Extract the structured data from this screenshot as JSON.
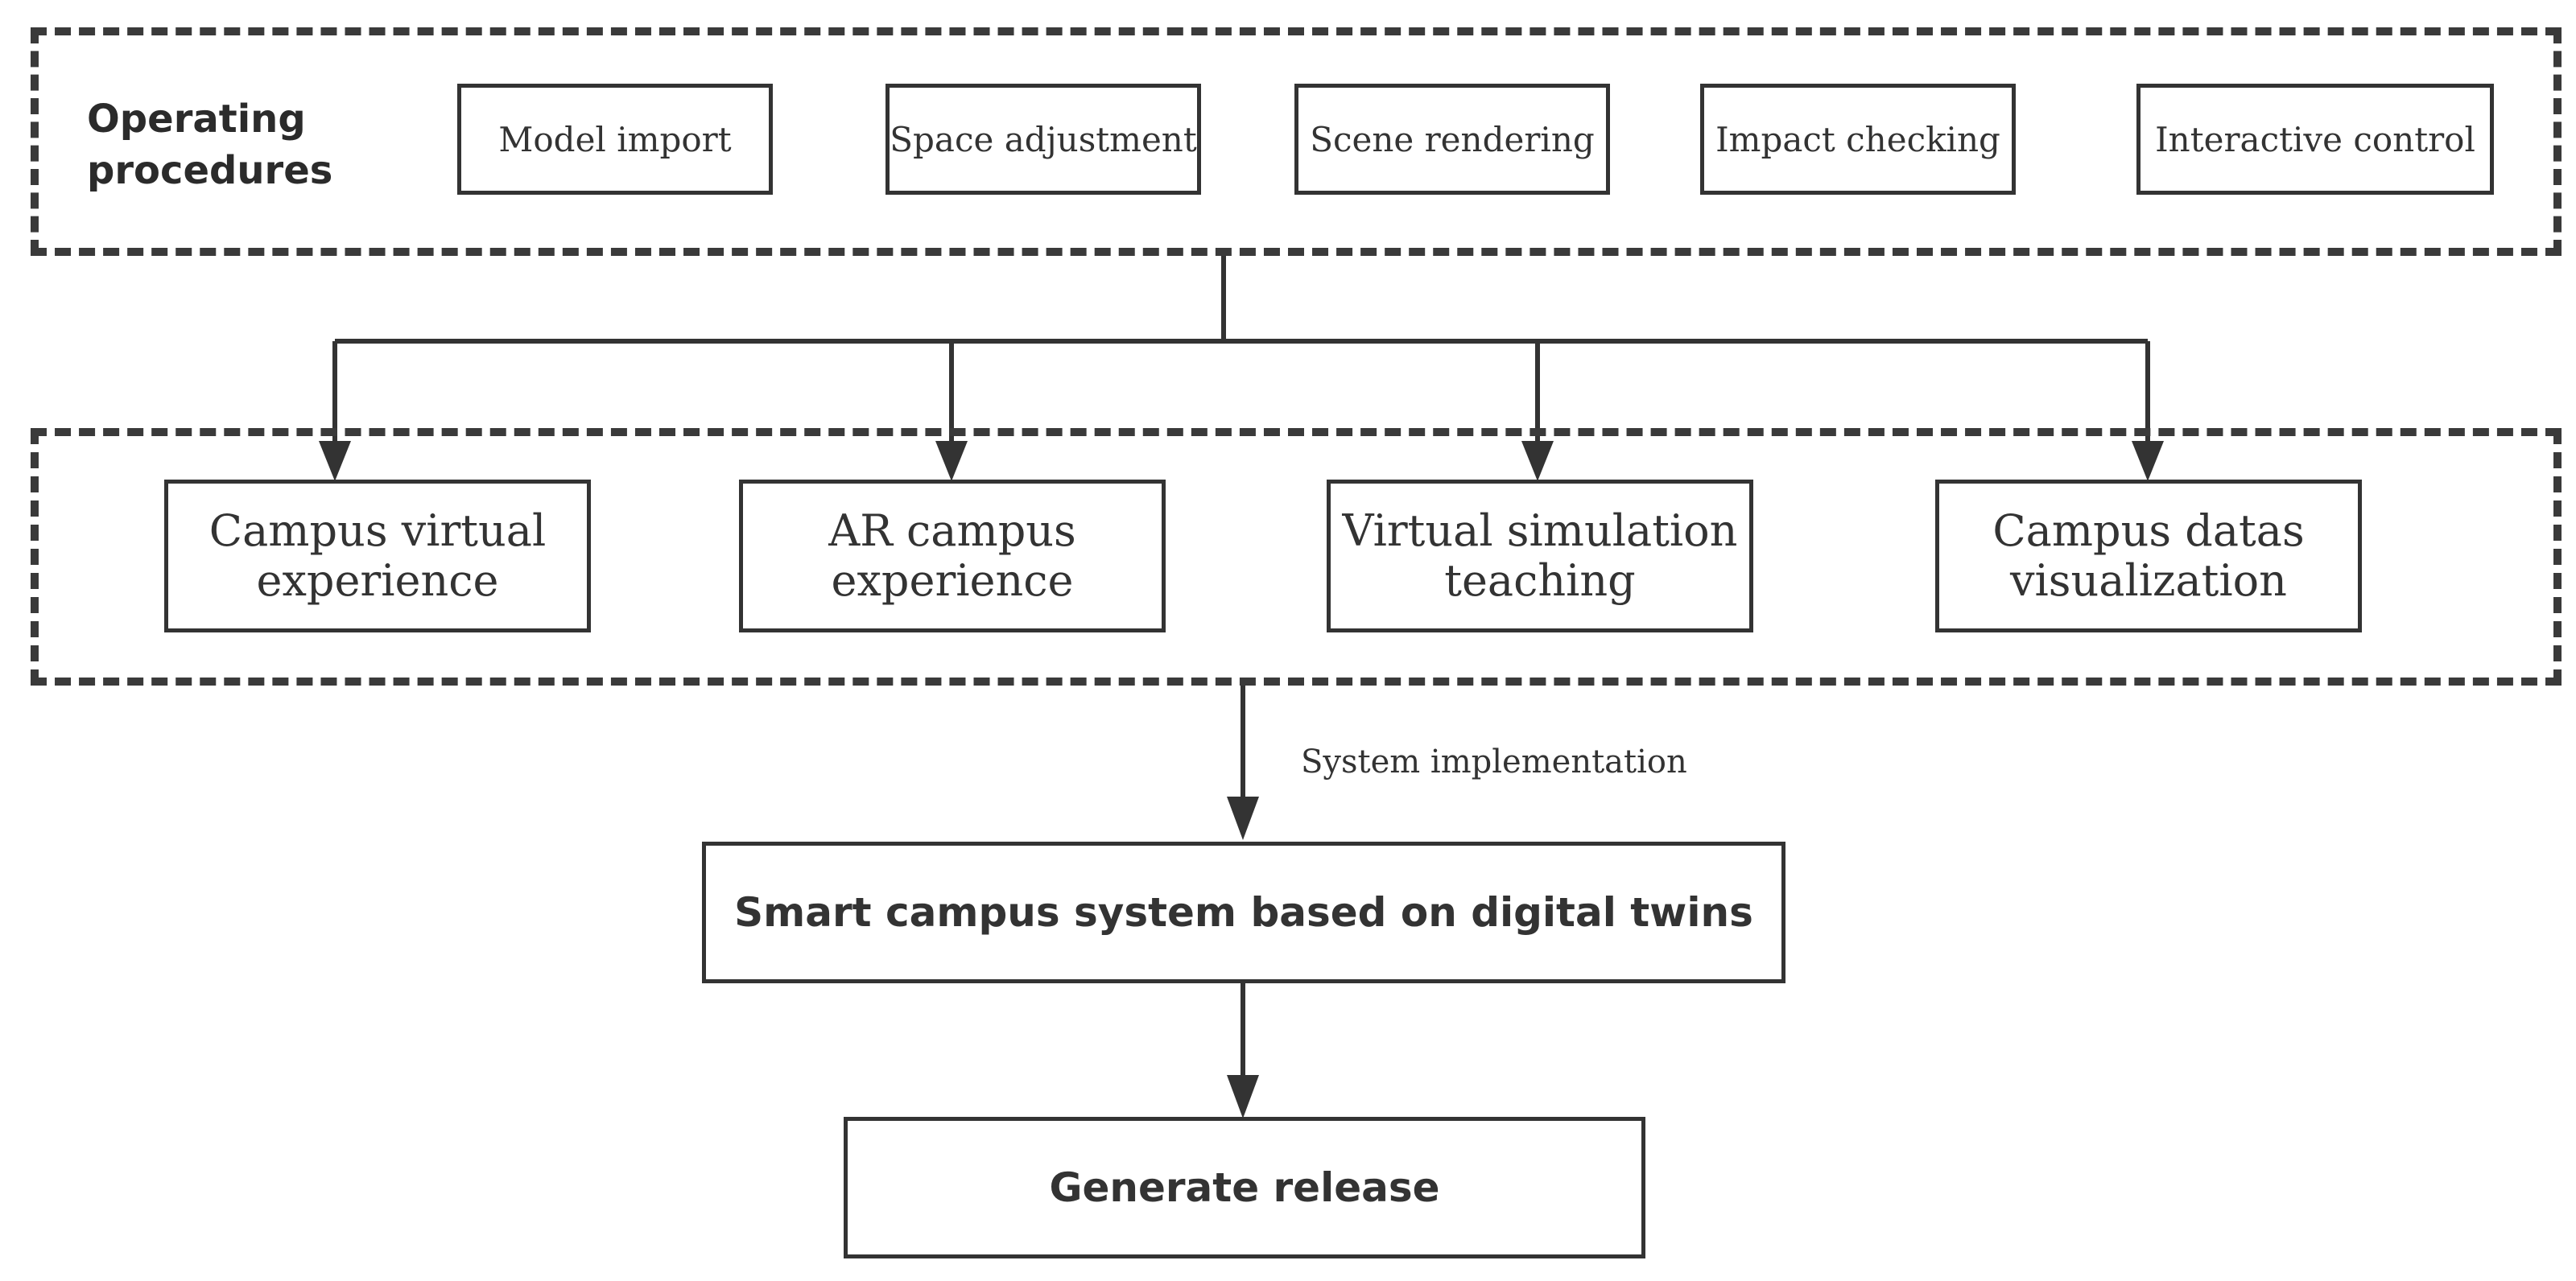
{
  "stage1": {
    "title_line1": "Operating",
    "title_line2": "procedures",
    "steps": [
      "Model import",
      "Space adjustment",
      "Scene rendering",
      "Impact checking",
      "Interactive control"
    ]
  },
  "stage2": {
    "apps": [
      {
        "line1": "Campus virtual",
        "line2": "experience"
      },
      {
        "line1": "AR campus",
        "line2": "experience"
      },
      {
        "line1": "Virtual simulation",
        "line2": "teaching"
      },
      {
        "line1": "Campus datas",
        "line2": "visualization"
      }
    ]
  },
  "edge_label": "System implementation",
  "system_box": "Smart campus system based on digital twins",
  "release_box": "Generate release"
}
